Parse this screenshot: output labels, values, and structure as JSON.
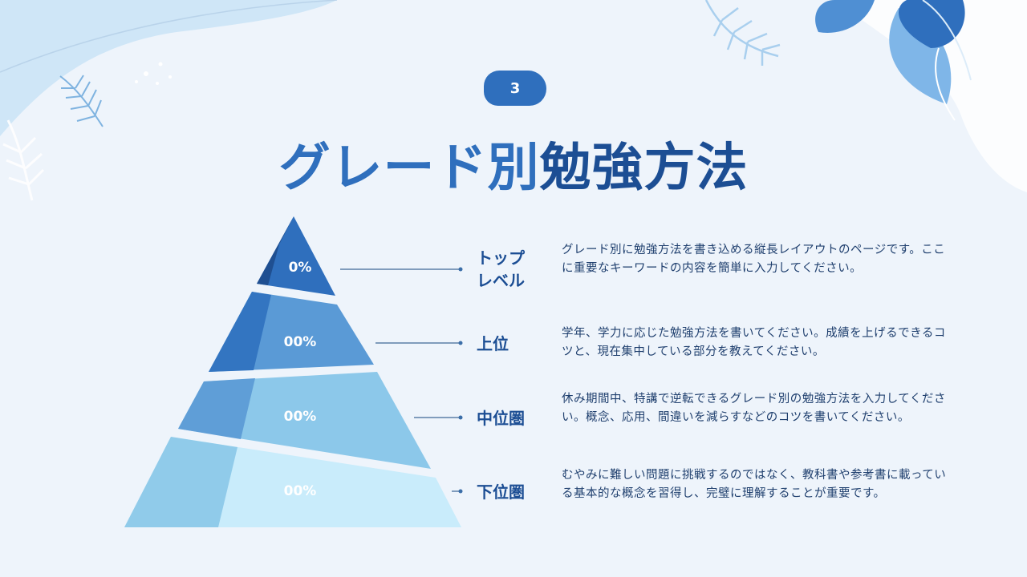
{
  "page_number": "3",
  "title_part1": "グレード別",
  "title_part2": "勉強方法",
  "levels": [
    {
      "percent": "0%",
      "label": "トップ\nレベル",
      "description": "グレード別に勉強方法を書き込める縦長レイアウトのページです。ここに重要なキーワードの内容を簡単に入力してください。"
    },
    {
      "percent": "00%",
      "label": "上位",
      "description": "学年、学力に応じた勉強方法を書いてください。成績を上げるできるコツと、現在集中している部分を教えてください。"
    },
    {
      "percent": "00%",
      "label": "中位圏",
      "description": "休み期間中、特講で逆転できるグレード別の勉強方法を入力してください。概念、応用、間違いを減らすなどのコツを書いてください。"
    },
    {
      "percent": "00%",
      "label": "下位圏",
      "description": "むやみに難しい問題に挑戦するのではなく、教科書や参考書に載っている基本的な概念を習得し、完璧に理解することが重要です。"
    }
  ],
  "colors": {
    "accent": "#2f6fbd",
    "dark_blue": "#1c4e94",
    "background": "#eef4fb"
  },
  "icons": [
    "leaf-decoration-top-left",
    "leaf-decoration-top-right"
  ]
}
